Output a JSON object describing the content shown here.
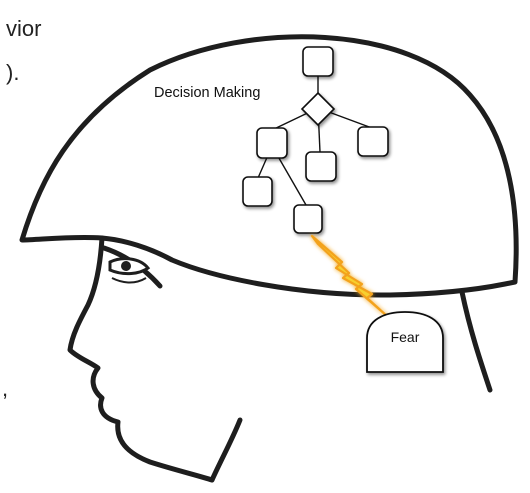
{
  "text_fragments": {
    "line1": "vior",
    "line2": ").",
    "line3": ","
  },
  "diagram": {
    "decision_label": "Decision Making",
    "fear_label": "Fear",
    "colors": {
      "outline": "#1e1e1e",
      "bolt_fill": "#f7d02e",
      "bolt_glow": "#f3a21c",
      "node_fill": "#ffffff"
    }
  }
}
